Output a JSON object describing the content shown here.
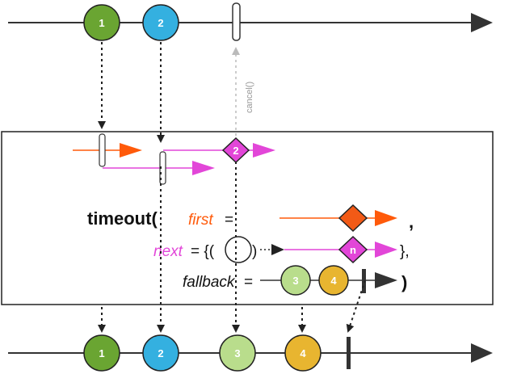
{
  "colors": {
    "green": "#6aa532",
    "blue": "#34b0e0",
    "light_green": "#b9dd8c",
    "gold": "#e8b530",
    "orange": "#ff5a0a",
    "magenta": "#e246d8",
    "orange_diamond": "#f25a16",
    "magenta_diamond": "#e246d8",
    "black": "#2b2b2b",
    "cancel_gray": "#bbbbbb"
  },
  "source_marbles": [
    {
      "label": "1",
      "color": "green"
    },
    {
      "label": "2",
      "color": "blue"
    }
  ],
  "cancel_label": "cancel()",
  "inner_diamond_label": "2",
  "operator": {
    "name": "timeout(",
    "first_param": "first",
    "eq1": "=",
    "comma1": ",",
    "next_param": "next",
    "eq2": "= {(",
    "close2": ")",
    "next_diamond_label": "n",
    "tail2": "},",
    "fallback_param": "fallback",
    "eq3": "=",
    "close3": ")"
  },
  "fallback_marbles": [
    {
      "label": "3",
      "color": "light_green"
    },
    {
      "label": "4",
      "color": "gold"
    }
  ],
  "result_marbles": [
    {
      "label": "1",
      "color": "green"
    },
    {
      "label": "2",
      "color": "blue"
    },
    {
      "label": "3",
      "color": "light_green"
    },
    {
      "label": "4",
      "color": "gold"
    }
  ]
}
